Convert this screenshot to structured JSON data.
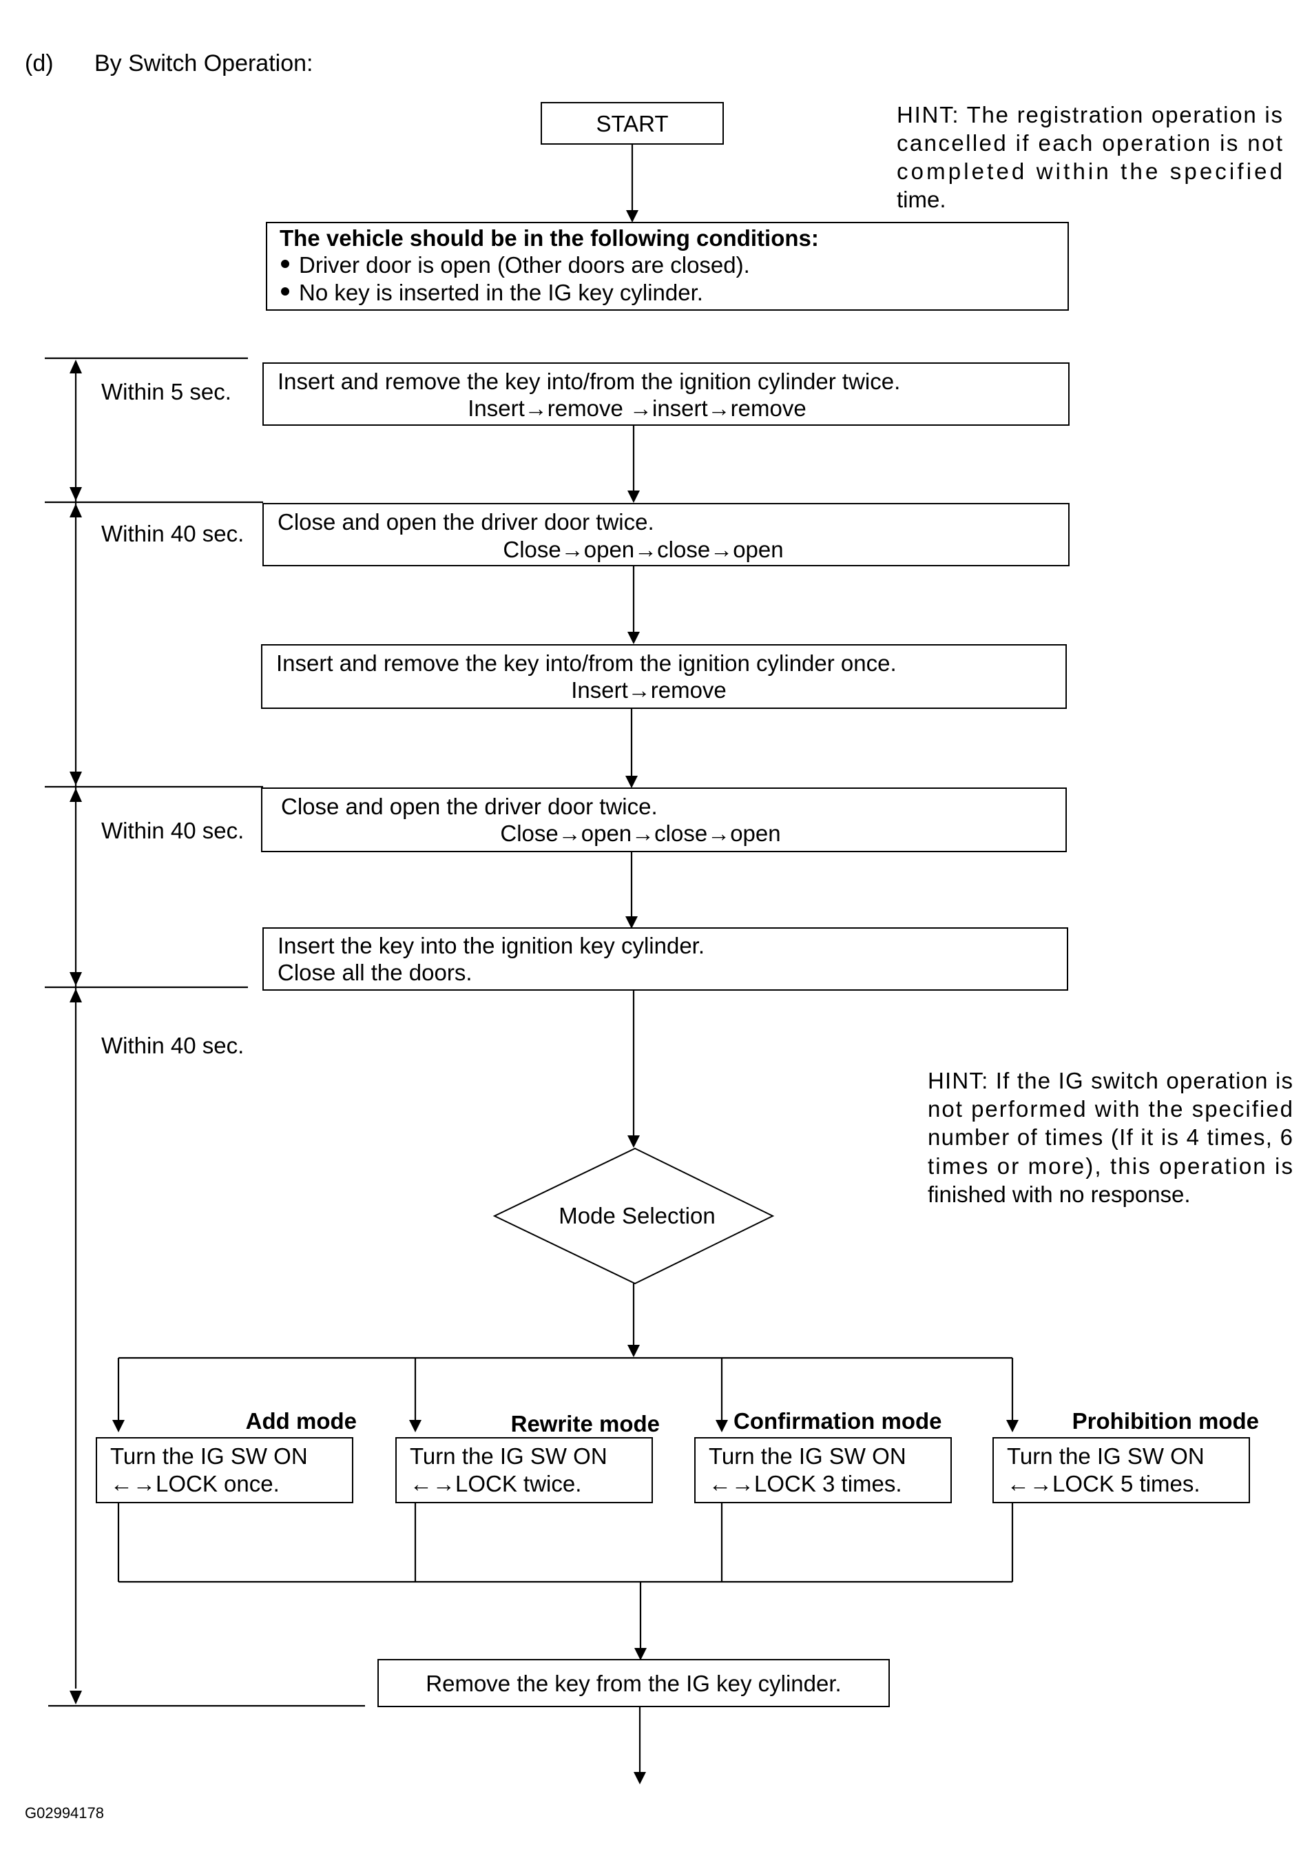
{
  "header": {
    "section": "(d)",
    "title": "By Switch Operation:"
  },
  "hints": {
    "registration": [
      "HINT: The registration operation is",
      "cancelled if each operation is not",
      "completed within the specified",
      "time."
    ],
    "ig_switch": [
      "HINT: If the IG switch operation is",
      "not performed with the specified",
      "number of times (If it is 4 times, 6",
      "times or more), this operation is",
      "finished with no response."
    ]
  },
  "steps": {
    "start": "START",
    "conditions": {
      "heading": "The vehicle should be in the following conditions:",
      "items": [
        "Driver door is open (Other doors are closed).",
        "No key is inserted in the IG key cylinder."
      ]
    },
    "step1": {
      "line1": "Insert and remove the key into/from the ignition cylinder twice.",
      "line2": "Insert→remove →insert→remove"
    },
    "step2": {
      "line1": "Close and open the driver door twice.",
      "line2": "Close→open→close→open"
    },
    "step3": {
      "line1": "Insert and remove the key into/from the ignition cylinder once.",
      "line2": "Insert→remove"
    },
    "step4": {
      "line1": "Close and open the driver door twice.",
      "line2": "Close→open→close→open"
    },
    "step5": {
      "line1": "Insert the key into the ignition key cylinder.",
      "line2": "Close all the doors."
    },
    "decision": "Mode Selection",
    "final": "Remove the key from the IG key cylinder."
  },
  "timing": {
    "t1": "Within 5 sec.",
    "t2": "Within 40 sec.",
    "t3": "Within 40 sec.",
    "t4": "Within 40 sec."
  },
  "modes": [
    {
      "name": "Add mode",
      "line1": "Turn the IG SW ON",
      "line2": "←→LOCK once."
    },
    {
      "name": "Rewrite mode",
      "line1": "Turn the IG SW ON",
      "line2": "←→LOCK twice."
    },
    {
      "name": "Confirmation mode",
      "line1": "Turn the IG SW ON",
      "line2": "←→LOCK 3 times."
    },
    {
      "name": "Prohibition mode",
      "line1": "Turn the IG SW ON",
      "line2": "←→LOCK 5 times."
    }
  ],
  "figure_id": "G02994178"
}
